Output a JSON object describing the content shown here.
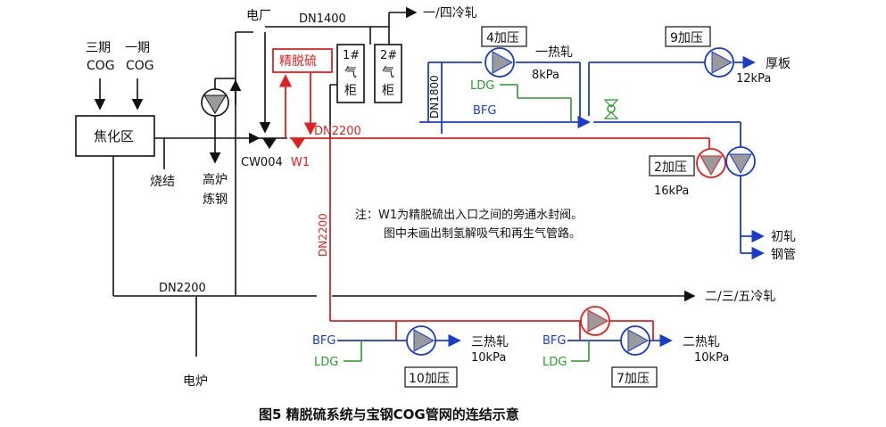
{
  "colors": {
    "black": "#111111",
    "red": "#e02020",
    "blue": "#1a3ccc",
    "green": "#2a9a2a",
    "pump_fill": "#9a9a9a"
  },
  "sources": {
    "phase3_line1": "三期",
    "phase3_line2": "COG",
    "phase1_line1": "一期",
    "phase1_line2": "COG"
  },
  "coking": "焦化区",
  "power_plant": "电厂",
  "dn1400": "DN1400",
  "cold_rolling_1_4": "一/四冷轧",
  "fine_desulf": "精脱硫",
  "gas_holder_1": {
    "l1": "1#",
    "l2": "气",
    "l3": "柜"
  },
  "gas_holder_2": {
    "l1": "2#",
    "l2": "气",
    "l3": "柜"
  },
  "dn1800": "DN1800",
  "dn2200_red_h": "DN2200",
  "dn2200_red_v": "DN2200",
  "dn2200_black": "DN2200",
  "cw004": "CW004",
  "w1": "W1",
  "sintering": "烧结",
  "blast_furnace_l1": "高炉",
  "blast_furnace_l2": "炼钢",
  "electric_furnace": "电炉",
  "cold_rolling_2_3_5": "二/三/五冷轧",
  "booster4": "4加压",
  "hot_rolling_1": "一热轧",
  "kpa8": "8kPa",
  "ldg": "LDG",
  "bfg": "BFG",
  "booster9": "9加压",
  "thick_plate": "厚板",
  "kpa12": "12kPa",
  "booster2": "2加压",
  "kpa16": "16kPa",
  "pipe_mill_l1": "初轧",
  "pipe_mill_l2": "钢管",
  "note_l1": "注：W1为精脱硫出入口之间的旁通水封阀。",
  "note_l2": "图中未画出制氢解吸气和再生气管路。",
  "hot_rolling_3": "三热轧",
  "kpa10_a": "10kPa",
  "hot_rolling_2": "二热轧",
  "kpa10_b": "10kPa",
  "bfg_a": "BFG",
  "ldg_a": "LDG",
  "bfg_b": "BFG",
  "ldg_b": "LDG",
  "booster10": "10加压",
  "booster7": "7加压",
  "caption": "图5 精脱硫系统与宝钢COG管网的连结示意"
}
